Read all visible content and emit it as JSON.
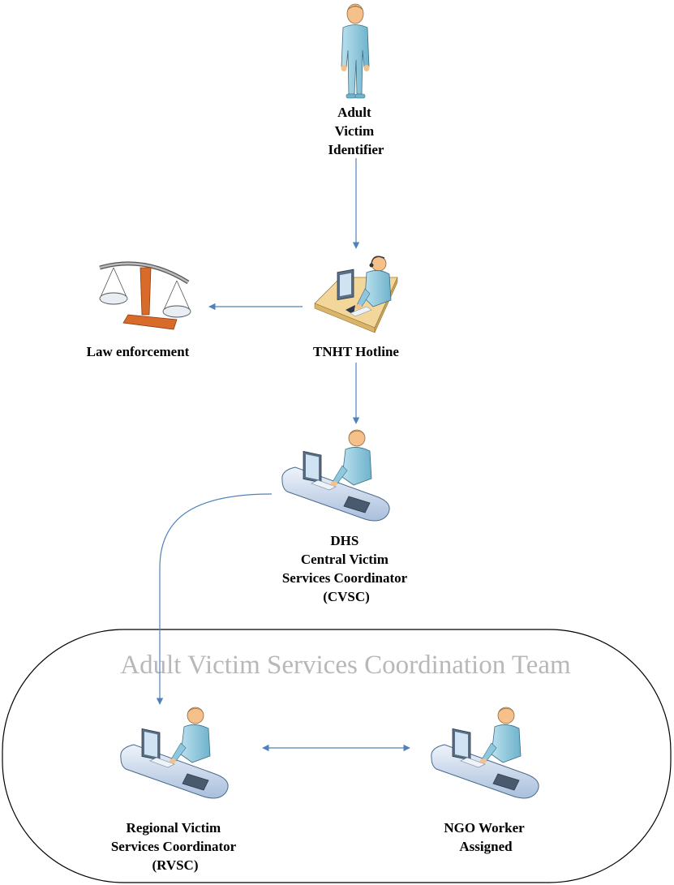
{
  "diagram": {
    "team": {
      "title": "Adult Victim Services Coordination Team"
    },
    "nodes": {
      "victim_identifier": {
        "icon": "standing-person-icon",
        "lines": [
          "Adult",
          "Victim",
          "Identifier"
        ]
      },
      "hotline": {
        "icon": "phone-operator-workstation-icon",
        "lines": [
          "TNHT Hotline"
        ]
      },
      "law_enforcement": {
        "icon": "scales-of-justice-icon",
        "lines": [
          "Law enforcement"
        ]
      },
      "cvsc": {
        "icon": "computer-workstation-icon",
        "lines": [
          "DHS",
          "Central Victim",
          "Services Coordinator",
          "(CVSC)"
        ]
      },
      "rvsc": {
        "icon": "computer-workstation-icon",
        "lines": [
          "Regional Victim",
          "Services Coordinator",
          "(RVSC)"
        ]
      },
      "ngo": {
        "icon": "computer-workstation-icon",
        "lines": [
          "NGO Worker",
          "Assigned"
        ]
      }
    },
    "edges": [
      {
        "from": "victim_identifier",
        "to": "hotline",
        "style": "arrow"
      },
      {
        "from": "hotline",
        "to": "law_enforcement",
        "style": "arrow"
      },
      {
        "from": "hotline",
        "to": "cvsc",
        "style": "arrow"
      },
      {
        "from": "cvsc",
        "to": "rvsc",
        "style": "curved-arrow"
      },
      {
        "from": "rvsc",
        "to": "ngo",
        "style": "double-arrow"
      }
    ],
    "colors": {
      "arrow": "#4f81bd",
      "team_border": "#000000",
      "team_fill": "#ffffff",
      "team_title": "#b8b8b8",
      "person": "#8ec8de",
      "skin": "#f5c089",
      "hair": "#7a4a20",
      "scales_post": "#d86a2a",
      "desk_fill": "#dce6f2",
      "hotline_desk": "#f3d79a"
    }
  }
}
